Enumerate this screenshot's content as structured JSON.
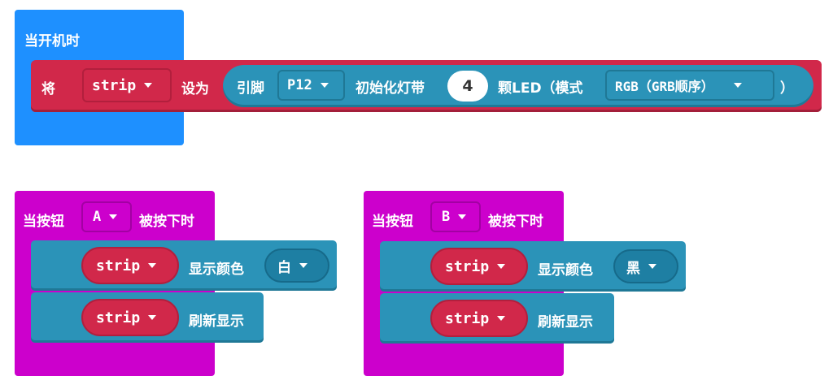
{
  "on_start": {
    "hat_label": "当开机时",
    "set_label": "将",
    "var_name": "strip",
    "set_to": "设为",
    "pin_label": "引脚",
    "pin_value": "P12",
    "init_label": "初始化灯带",
    "led_count": "4",
    "led_suffix": "颗LED（模式",
    "mode_value": "RGB（GRB顺序）",
    "close_paren": "）"
  },
  "button_a": {
    "prefix": "当按钮",
    "button": "A",
    "suffix": "被按下时",
    "var1": "strip",
    "show_color": "显示颜色",
    "color": "白",
    "var2": "strip",
    "refresh": "刷新显示"
  },
  "button_b": {
    "prefix": "当按钮",
    "button": "B",
    "suffix": "被按下时",
    "var1": "strip",
    "show_color": "显示颜色",
    "color": "黑",
    "var2": "strip",
    "refresh": "刷新显示"
  },
  "colors": {
    "hat_blue": "#1E90FF",
    "hat_magenta": "#CC00CC",
    "red_block": "#D1284A",
    "teal_block": "#2B93B8"
  }
}
